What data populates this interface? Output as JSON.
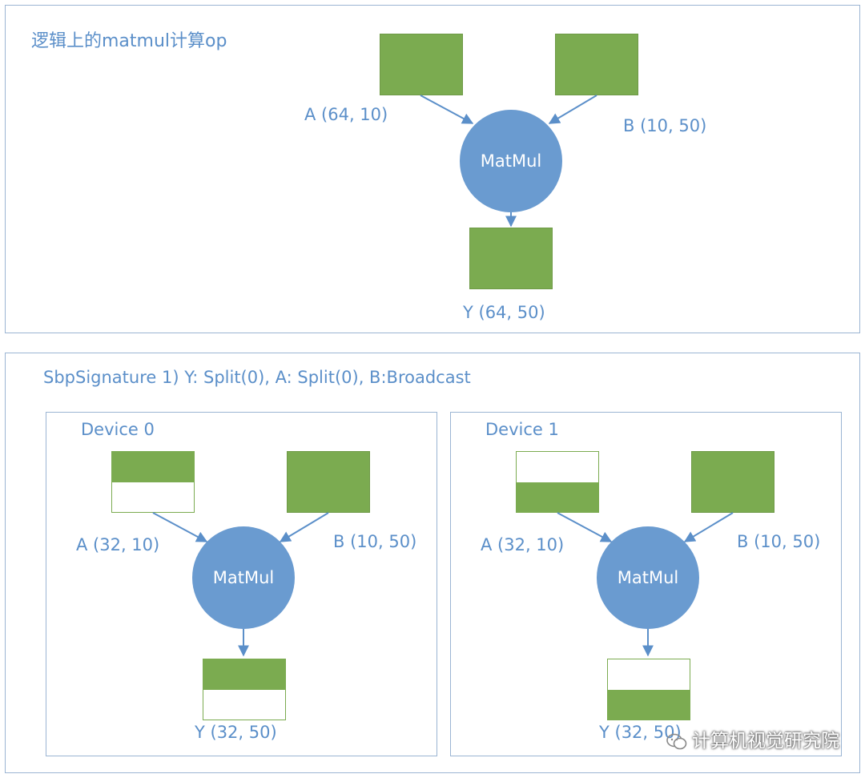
{
  "top_panel": {
    "title": "逻辑上的matmul计算op",
    "input_a_label": "A (64, 10)",
    "input_b_label": "B (10, 50)",
    "op_label": "MatMul",
    "output_label": "Y (64, 50)"
  },
  "bottom_panel": {
    "title": "SbpSignature 1)  Y: Split(0), A: Split(0), B:Broadcast",
    "devices": [
      {
        "name": "Device 0",
        "input_a_label": "A (32, 10)",
        "input_b_label": "B (10, 50)",
        "op_label": "MatMul",
        "output_label": "Y (32, 50)"
      },
      {
        "name": "Device 1",
        "input_a_label": "A (32, 10)",
        "input_b_label": "B (10, 50)",
        "op_label": "MatMul",
        "output_label": "Y (32, 50)"
      }
    ]
  },
  "watermark": {
    "text": "计算机视觉研究院",
    "icon": "wechat-icon"
  },
  "colors": {
    "tensor_green": "#7bab50",
    "node_blue": "#6a9bd0",
    "label_blue": "#5b8fc9",
    "border_blue": "#9bb5d3"
  }
}
